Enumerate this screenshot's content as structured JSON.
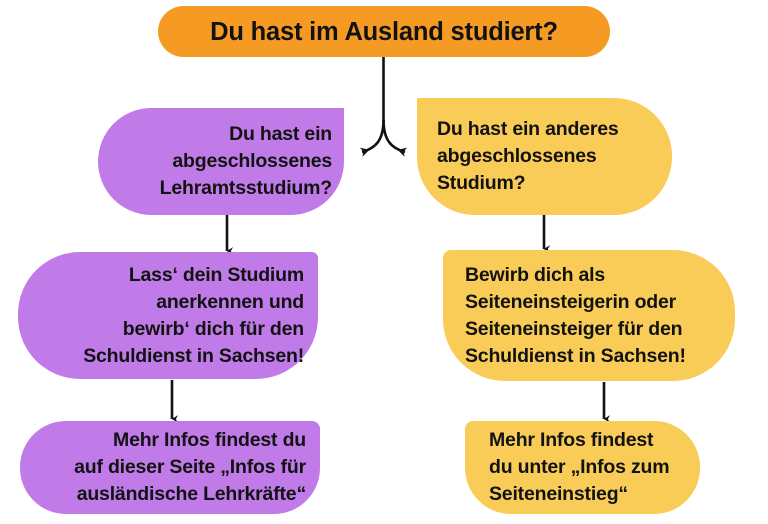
{
  "title": {
    "text": "Du hast im Ausland studiert?",
    "color": "#F59B23"
  },
  "colors": {
    "orange": "#F59B23",
    "purple": "#C07BE8",
    "yellow": "#F8CC57",
    "text": "#121212",
    "connector": "#121212"
  },
  "branches": {
    "left": {
      "color": "#C07BE8",
      "question": {
        "lines": [
          "Du hast ein",
          "abgeschlossenes",
          "Lehramtsstudium?"
        ]
      },
      "action": {
        "lines": [
          "Lass‘ dein Studium",
          "anerkennen und",
          "bewirb‘ dich für den",
          "Schuldienst in Sachsen!"
        ]
      },
      "info": {
        "lines": [
          "Mehr Infos findest du",
          "auf dieser Seite „Infos für",
          "ausländische Lehrkräfte“"
        ]
      }
    },
    "right": {
      "color": "#F8CC57",
      "question": {
        "lines": [
          "Du hast ein anderes",
          "abgeschlossenes",
          "Studium?"
        ]
      },
      "action": {
        "lines": [
          "Bewirb dich als",
          "Seiteneinsteigerin oder",
          "Seiteneinsteiger für den",
          "Schuldienst in Sachsen!"
        ]
      },
      "info": {
        "lines": [
          "Mehr Infos findest",
          "du unter „Infos zum",
          "Seiteneinstieg“"
        ]
      }
    }
  }
}
